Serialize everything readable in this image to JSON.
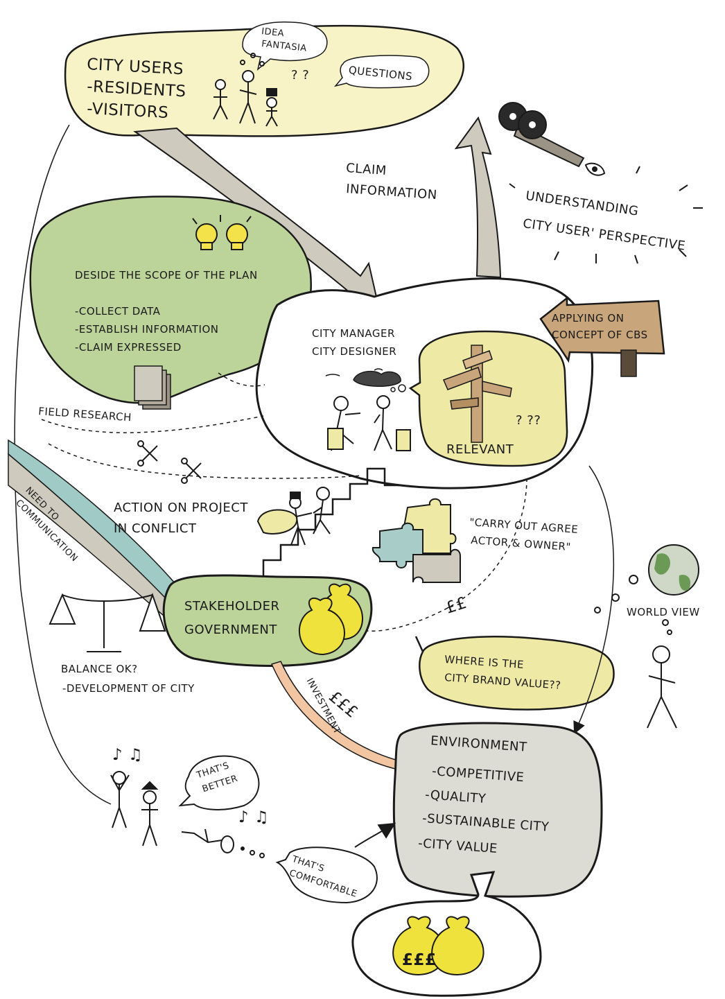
{
  "colors": {
    "yellow_fill": "#f7f3c7",
    "green_fill": "#bcd39a",
    "grey_fill": "#dcdcd4",
    "cream_fill": "#efe9a6",
    "bulb_yellow": "#f3e24a",
    "money_yellow": "#f0e23c",
    "arrow_grey": "#cfcabe",
    "arrow_peach": "#f2c6a2",
    "sign_brown": "#c8a57a",
    "globe_green": "#6a9a56",
    "ink": "#1a1a1a"
  },
  "city_users": {
    "title": "CITY USERS",
    "items": [
      "-RESIDENTS",
      "-VISITORS"
    ]
  },
  "idea_bubble": {
    "line1": "IDEA",
    "line2": "FANTASIA"
  },
  "questions_bubble": "QUESTIONS",
  "question_marks": "? ?",
  "claim_information": {
    "line1": "CLAIM",
    "line2": "INFORMATION"
  },
  "understanding": {
    "line1": "UNDERSTANDING",
    "line2": "CITY USER' PERSPECTIVE"
  },
  "scope": {
    "title": "DESIDE THE SCOPE OF THE PLAN",
    "items": [
      "-COLLECT DATA",
      "-ESTABLISH INFORMATION",
      "-CLAIM EXPRESSED"
    ]
  },
  "field_research": "FIELD RESEARCH",
  "manager": {
    "line1": "CITY MANAGER",
    "line2": "CITY DESIGNER"
  },
  "applying": {
    "line1": "APPLYING ON",
    "line2": "CONCEPT OF CBS"
  },
  "relevant": "RELEVANT",
  "relevant_questions": "? ??",
  "action": {
    "line1": "ACTION ON PROJECT",
    "line2": "IN CONFLICT"
  },
  "carry_out": {
    "line1": "\"CARRY OUT AGREE",
    "line2": "ACTOR & OWNER\""
  },
  "need_to": {
    "line1": "NEED TO",
    "line2": "COMMUNICATION"
  },
  "stakeholder": {
    "line1": "STAKEHOLDER",
    "line2": "GOVERNMENT"
  },
  "money_symbols": {
    "pounds_small": "££",
    "pounds_big": "£££"
  },
  "world_view": "WORLD VIEW",
  "brand_value": {
    "line1": "WHERE IS THE",
    "line2": "CITY BRAND VALUE??"
  },
  "balance": {
    "line1": "BALANCE OK?",
    "line2": "-DEVELOPMENT OF CITY"
  },
  "investment": "INVESTMENT",
  "environment": {
    "title": "ENVIRONMENT",
    "items": [
      "-COMPETITIVE",
      "-QUALITY",
      "-SUSTAINABLE CITY",
      "-CITY VALUE"
    ]
  },
  "thats_better": {
    "line1": "THAT'S",
    "line2": "BETTER"
  },
  "thats_comfortable": {
    "line1": "THAT'S",
    "line2": "COMFORTABLE"
  },
  "music_notes": "♪ ♫"
}
